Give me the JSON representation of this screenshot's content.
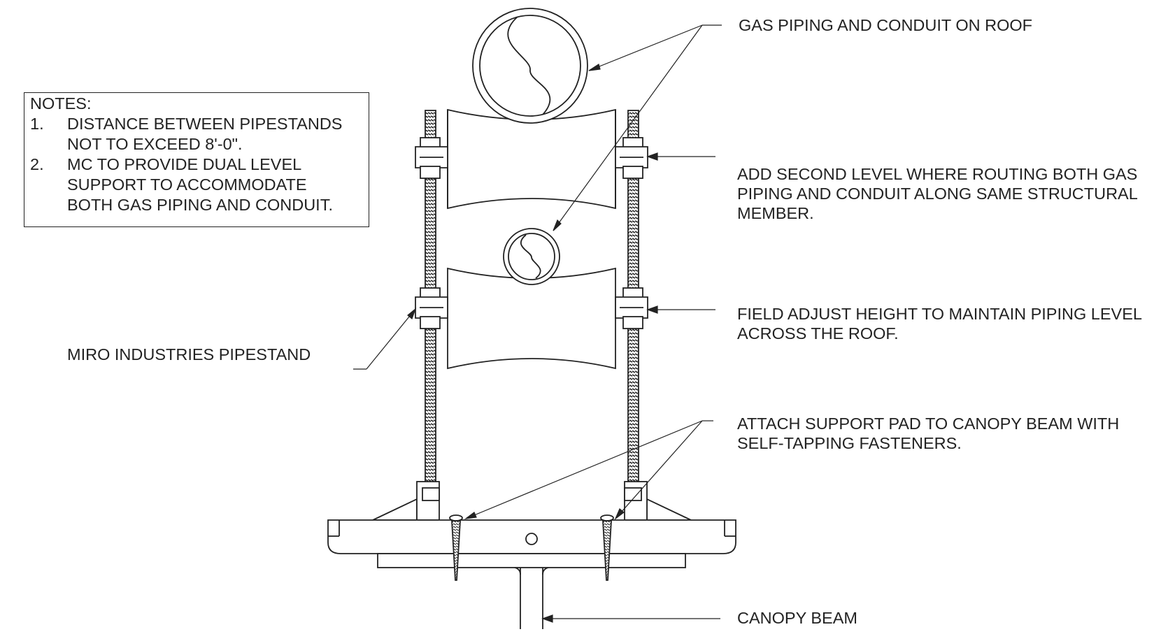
{
  "notes": {
    "heading": "NOTES:",
    "items": [
      {
        "num": "1.",
        "text": "DISTANCE BETWEEN PIPESTANDS\nNOT TO EXCEED 8'-0\"."
      },
      {
        "num": "2.",
        "text": "MC TO PROVIDE DUAL LEVEL\nSUPPORT TO ACCOMMODATE\nBOTH GAS PIPING AND CONDUIT."
      }
    ]
  },
  "callouts": {
    "gas_piping": "GAS PIPING AND CONDUIT ON ROOF",
    "second_level": "ADD SECOND LEVEL WHERE ROUTING BOTH GAS\nPIPING AND CONDUIT ALONG SAME STRUCTURAL\nMEMBER.",
    "field_adjust": "FIELD ADJUST HEIGHT TO MAINTAIN PIPING LEVEL\nACROSS THE ROOF.",
    "pipestand": "MIRO INDUSTRIES PIPESTAND",
    "support_pad": "ATTACH SUPPORT PAD TO CANOPY BEAM WITH\nSELF-TAPPING FASTENERS.",
    "canopy_beam": "CANOPY BEAM"
  },
  "colors": {
    "line": "#222222",
    "background": "#ffffff"
  }
}
